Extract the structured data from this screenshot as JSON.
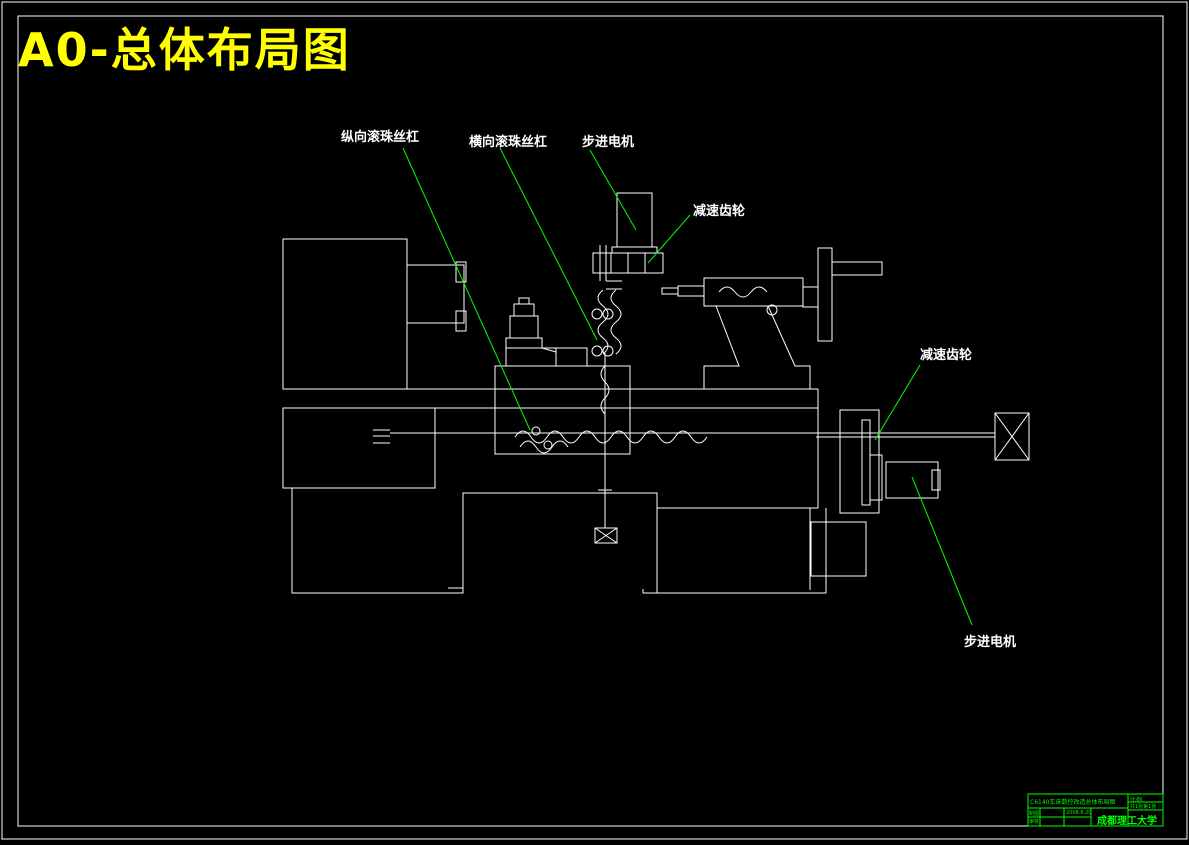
{
  "title": "A0-总体布局图",
  "colors": {
    "background": "#000000",
    "lines": "#ffffff",
    "leaders": "#00ff00",
    "title": "#ffff00",
    "titleblock": "#00ff00"
  },
  "labels": {
    "longitudinal_screw": "纵向滚珠丝杠",
    "transverse_screw": "横向滚珠丝杠",
    "stepper_motor_top": "步进电机",
    "reduction_gear_top": "减速齿轮",
    "reduction_gear_right": "减速齿轮",
    "stepper_motor_bottom": "步进电机"
  },
  "title_block": {
    "drawing_name": "C6140车床数控改造总体布局图",
    "field_a": "比例",
    "field_b": "共1张第1张",
    "drafter": "制图",
    "checker": "审核",
    "date": "2008.6.20",
    "school": "成都理工大学"
  }
}
